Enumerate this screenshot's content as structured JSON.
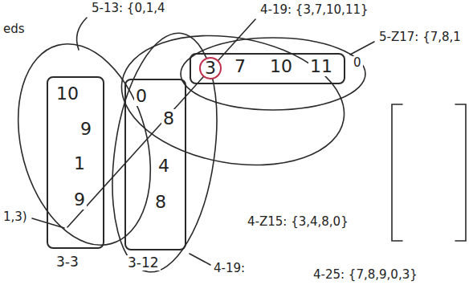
{
  "diagram": {
    "nodes": [
      {
        "text": [
          "10",
          "9",
          "1",
          "9",
          "3-3"
        ]
      },
      {
        "text": [
          "0",
          "8",
          "4",
          "8",
          "3-12"
        ]
      },
      {
        "text": [
          "3",
          "7",
          "10",
          "11"
        ]
      }
    ],
    "labels": [
      "eds",
      "5-13: {0,1,4",
      "4-19: {3,7,10,11}",
      "5-Z17: {7,8,1",
      "0",
      "1,3)",
      "4-19:",
      "4-Z15: {3,4,8,0}",
      "4-25: {7,8,9,0,3}"
    ]
  }
}
